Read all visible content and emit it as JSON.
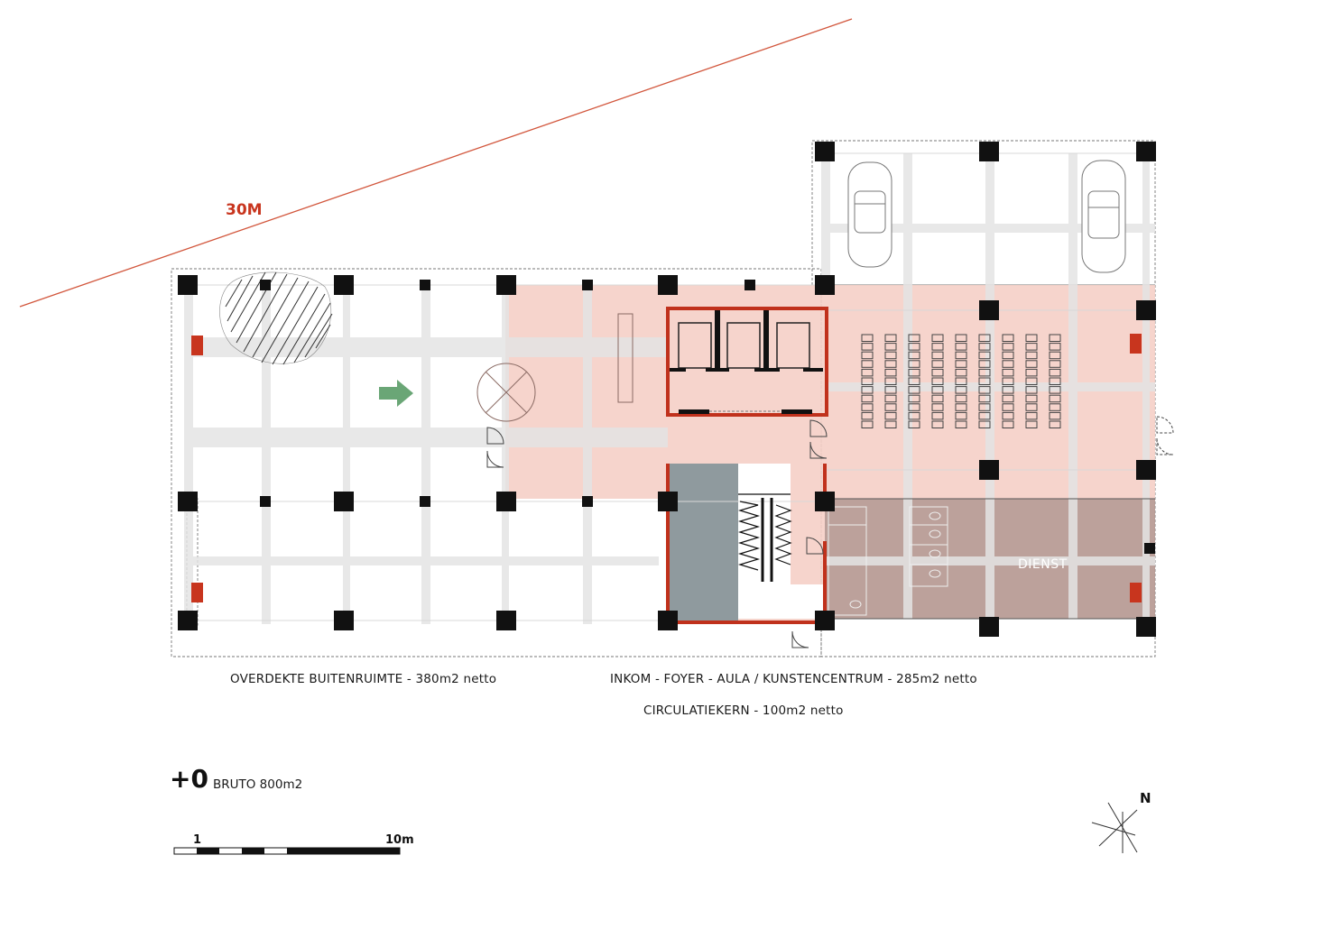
{
  "plan": {
    "site_dimension": "30M",
    "service_room": "DIENST"
  },
  "legend": {
    "covered_outdoor": "OVERDEKTE BUITENRUIMTE - 380m2 netto",
    "entrance_foyer": "INKOM - FOYER - AULA / KUNSTENCENTRUM - 285m2 netto",
    "circulation_core": "CIRCULATIEKERN - 100m2 netto"
  },
  "level": {
    "number": "+0",
    "gross": "BRUTO 800m2"
  },
  "scale_bar": {
    "start_label": "1",
    "end_label": "10m"
  },
  "north_arrow": {
    "label": "N"
  },
  "colors": {
    "foyer_fill": "#f5cfc6",
    "service_fill": "#b59790",
    "core_fill": "#8f9a9e",
    "wall_red": "#c0311c",
    "column": "#111111",
    "grid_beam": "#e6e6e6",
    "arrow_green": "#6aa676"
  }
}
